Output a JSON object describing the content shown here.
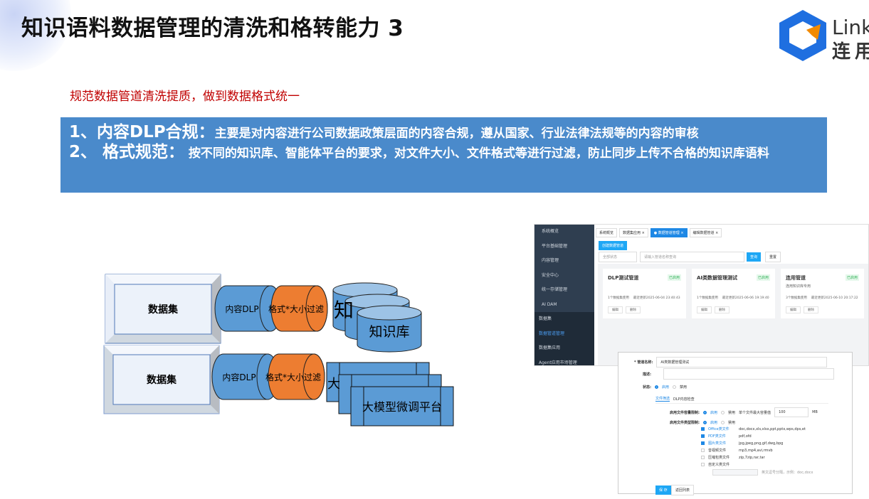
{
  "slide": {
    "title": "知识语料数据管理的清洗和格转能力 3",
    "subtitle": "规范数据管道清洗提质，做到数据格式统一",
    "logo": {
      "en": "Link",
      "cn": "连用"
    },
    "points": [
      {
        "head": "1、内容DLP合规：",
        "body": "主要是对内容进行公司数据政策层面的内容合规，遵从国家、行业法律法规等的内容的审核"
      },
      {
        "head": "2、 格式规范：",
        "body": " 按不同的知识库、智能体平台的要求，对文件大小、文件格式等进行过滤，防止同步上传不合格的知识库语料"
      }
    ]
  },
  "diagram": {
    "dataset": "数据集",
    "dlp": "内容DLP",
    "filter": "格式*大小过滤",
    "kb": "知识库",
    "kb_partial": "知",
    "llm": "大模型微调平台",
    "llm_partial": "大"
  },
  "colors": {
    "blue_box": "#4a8acb",
    "cyl_blue": "#5b9bd5",
    "cyl_orange": "#ed7d31",
    "accent": "#1e88e5"
  },
  "app": {
    "sidebar": [
      "系统概览",
      "平台基础管理",
      "内容管理",
      "安全中心",
      "统一存储管理",
      "AI DAM",
      "数据集",
      "数据管道管理",
      "数据集应用",
      "Agent应用市场管理"
    ],
    "tabs": [
      "系统概览",
      "数据集应用 ×",
      "● 数据管道管理 ×",
      "编辑数据管道 ×"
    ],
    "create_btn": "创建数据管道",
    "status_select": "全部状态",
    "search_placeholder": "请输入管道名称查询",
    "query_btn": "查询",
    "reset_btn": "重置",
    "cards": [
      {
        "name": "DLP测试管道",
        "badge": "已启用",
        "desc": "",
        "used": "1个数据集使用",
        "updated": "最近更新2025-06-04 23:40:43"
      },
      {
        "name": "AI类数据管理测试",
        "badge": "已启用",
        "desc": "",
        "used": "1个数据集使用",
        "updated": "最近更新2025-06-06 19:19:40"
      },
      {
        "name": "连用管道",
        "badge": "已启用",
        "desc": "连用知识库专用",
        "used": "3个数据集使用",
        "updated": "最近更新2025-06-10 20:17:22"
      }
    ],
    "edit": "编辑",
    "delete": "删除"
  },
  "form": {
    "name_label": "* 管道名称:",
    "name_value": "AI类数据管理测试",
    "desc_label": "描述:",
    "status_label": "状态:",
    "enable": "启用",
    "disable": "禁用",
    "tab1": "文件筛选",
    "tab2": "DLP内容检查",
    "size_label": "启用文件容量限制:",
    "size_text": "单个文件最大容量值",
    "size_value": "100",
    "size_unit": "MB",
    "type_label": "启用文件类型限制:",
    "types": [
      {
        "name": "Office类文件",
        "ext": "doc,docx,xls,xlsx,ppt,pptx,wps,dps,et",
        "checked": true
      },
      {
        "name": "PDF类文件",
        "ext": "pdf,ofd",
        "checked": true
      },
      {
        "name": "图片类文件",
        "ext": "jpg,jpeg,png,gif,dwg,bpg",
        "checked": true
      },
      {
        "name": "音视频文件",
        "ext": "mp3,mp4,avi,rmvb",
        "checked": false
      },
      {
        "name": "压缩包类文件",
        "ext": "zip,7zip,rar,tar",
        "checked": false
      },
      {
        "name": "自定义类文件",
        "ext": "",
        "checked": false
      }
    ],
    "custom_hint": "英文逗号分隔，示例：doc,docx",
    "save": "保 存",
    "back": "返回列表"
  }
}
